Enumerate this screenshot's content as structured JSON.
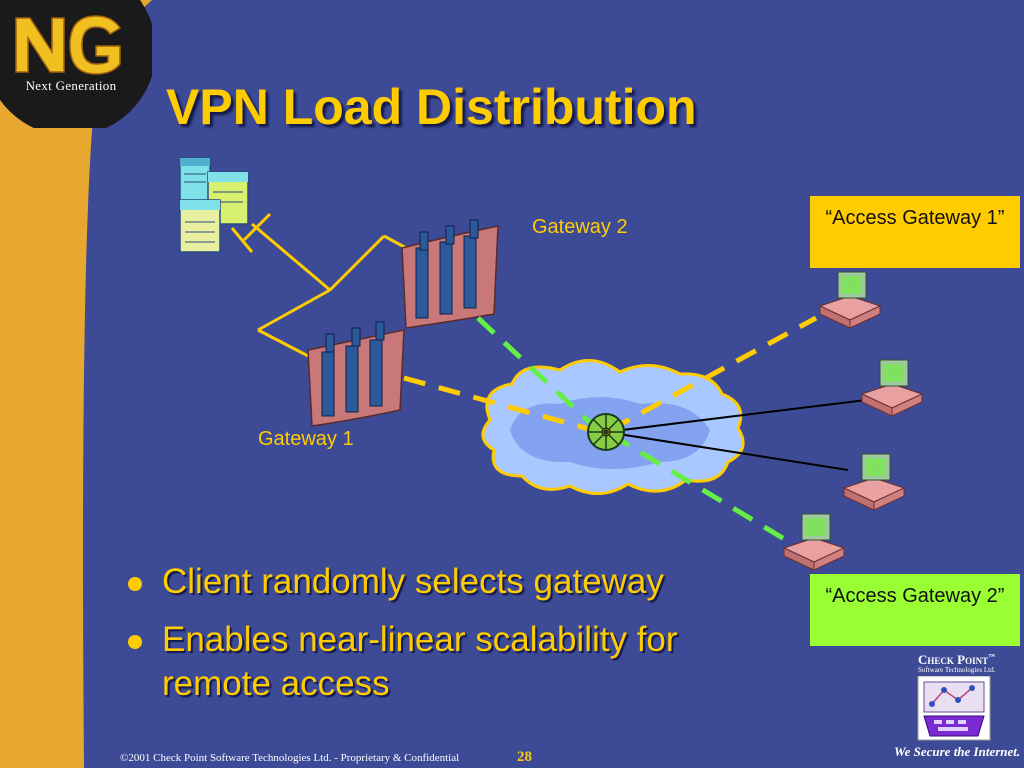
{
  "slide": {
    "title": "VPN Load Distribution",
    "logo": {
      "mark": "NG",
      "text": "Next Generation"
    },
    "colors": {
      "background": "#3d4a96",
      "accent": "#ffcc00",
      "band": "#e8a830",
      "access1": "#ffcc00",
      "access2": "#99ff33"
    }
  },
  "diagram": {
    "gateway_labels": [
      "Gateway 2",
      "Gateway 1"
    ],
    "callouts": [
      "“Access Gateway 1”",
      "“Access Gateway 2”"
    ],
    "icons": [
      "server-icon",
      "firewall-icon",
      "internet-cloud-icon",
      "computer-icon"
    ]
  },
  "bullets": [
    "Client randomly selects gateway",
    "Enables near-linear scalability for remote access"
  ],
  "footer": {
    "copyright": "©2001 Check Point Software Technologies Ltd. - Proprietary & Confidential",
    "page": "28",
    "brand": "Check Point",
    "brand_tm": "™",
    "brand_sub": "Software Technologies Ltd.",
    "tagline": "We Secure the Internet."
  }
}
